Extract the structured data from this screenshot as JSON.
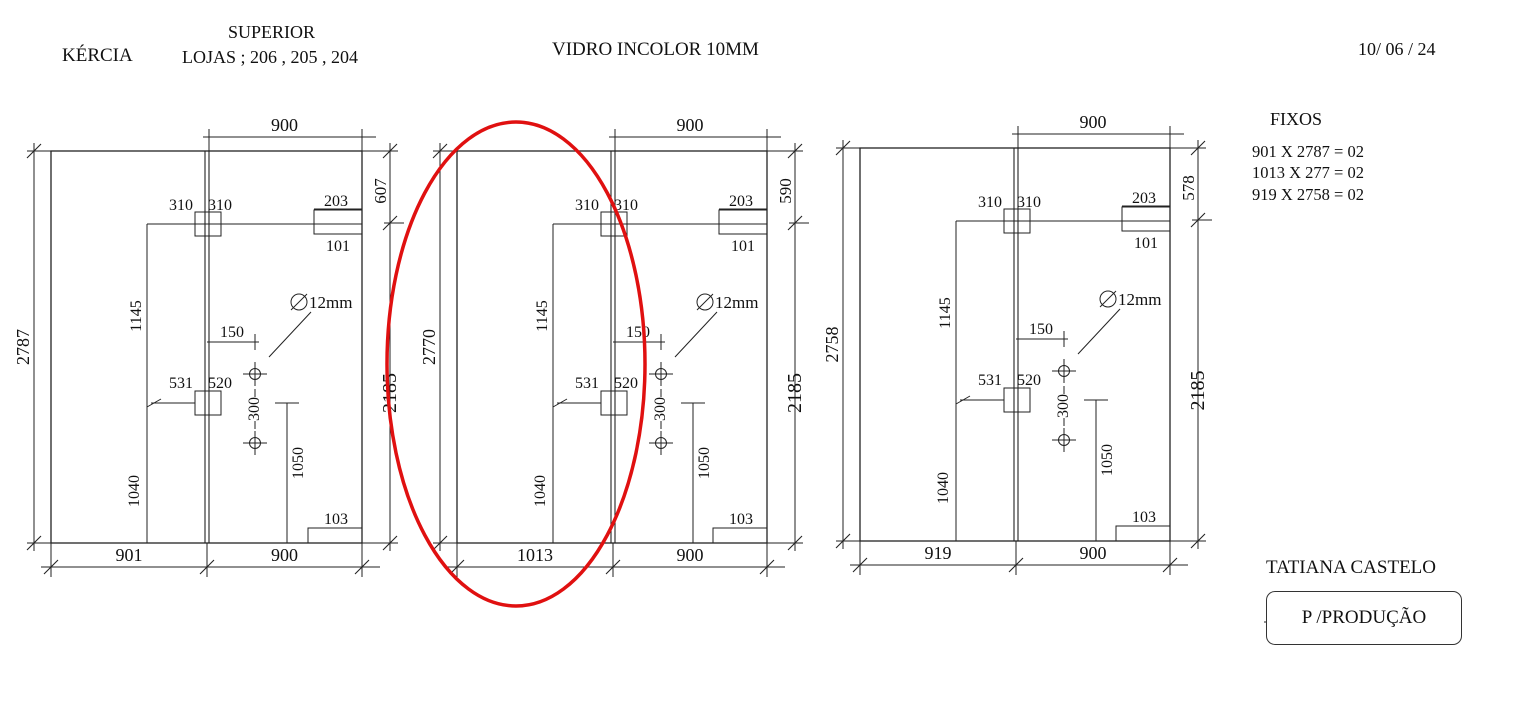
{
  "header": {
    "client": "KÉRCIA",
    "level": "SUPERIOR",
    "stores": "LOJAS ; 206 , 205 , 204",
    "material": "VIDRO INCOLOR 10MM",
    "date": "10/ 06 / 24"
  },
  "fixos": {
    "title": "FIXOS",
    "lines": [
      "901 X 2787 = 02",
      "1013 X 277 = 02",
      "919 X 2758 = 02"
    ]
  },
  "author": "TATIANA CASTELO",
  "production_label": "P /PRODUÇÃO",
  "hole_label": "12mm",
  "highlight_color": "#e01010",
  "panels": [
    {
      "total_height": "2787",
      "fixed_width": "901",
      "door_width": "900",
      "top_width": "900",
      "top_right": "607",
      "right_height": "2185",
      "hinge_a": "310",
      "hinge_b": "310",
      "lock_a": "531",
      "lock_b": "520",
      "patch_top": "203",
      "patch_bottom": "101",
      "floor": "103",
      "dim_1145": "1145",
      "dim_1040": "1040",
      "dim_150": "150",
      "dim_300": "300",
      "dim_1050": "1050"
    },
    {
      "total_height": "2770",
      "fixed_width": "1013",
      "door_width": "900",
      "top_width": "900",
      "top_right": "590",
      "right_height": "2185",
      "hinge_a": "310",
      "hinge_b": "310",
      "lock_a": "531",
      "lock_b": "520",
      "patch_top": "203",
      "patch_bottom": "101",
      "floor": "103",
      "dim_1145": "1145",
      "dim_1040": "1040",
      "dim_150": "150",
      "dim_300": "300",
      "dim_1050": "1050"
    },
    {
      "total_height": "2758",
      "fixed_width": "919",
      "door_width": "900",
      "top_width": "900",
      "top_right": "578",
      "right_height": "2185",
      "hinge_a": "310",
      "hinge_b": "310",
      "lock_a": "531",
      "lock_b": "520",
      "patch_top": "203",
      "patch_bottom": "101",
      "floor": "103",
      "dim_1145": "1145",
      "dim_1040": "1040",
      "dim_150": "150",
      "dim_300": "300",
      "dim_1050": "1050"
    }
  ]
}
